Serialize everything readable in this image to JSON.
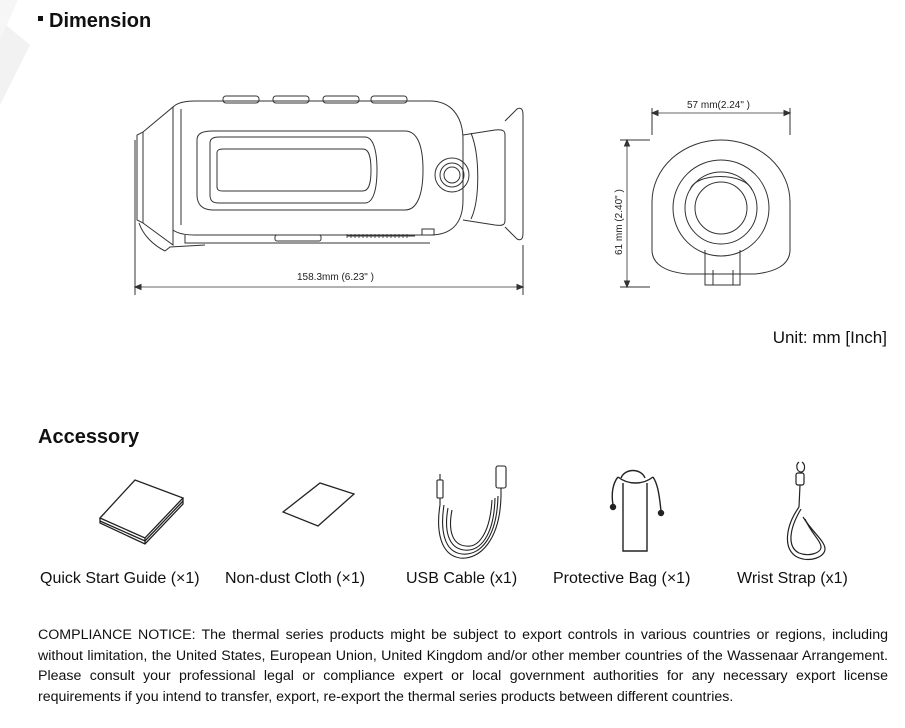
{
  "dimension": {
    "title": "Dimension",
    "length_label": "158.3mm (6.23\" )",
    "width_label": "57 mm(2.24\" )",
    "height_label": "61 mm (2.40\" )",
    "unit_note": "Unit: mm [Inch]"
  },
  "accessory": {
    "title": "Accessory",
    "items": [
      {
        "label": "Quick Start Guide (×1)",
        "icon": "booklet-icon"
      },
      {
        "label": "Non-dust Cloth (×1)",
        "icon": "cloth-icon"
      },
      {
        "label": "USB Cable (x1)",
        "icon": "usb-cable-icon"
      },
      {
        "label": "Protective Bag (×1)",
        "icon": "protective-bag-icon"
      },
      {
        "label": "Wrist Strap (x1)",
        "icon": "wrist-strap-icon"
      }
    ]
  },
  "compliance_notice": "COMPLIANCE NOTICE: The thermal series products might be subject to export controls in various countries or regions, including without limitation, the United States, European Union, United Kingdom and/or other member countries of the Wassenaar Arrangement. Please consult your professional legal or compliance expert or local government authorities for any necessary export license requirements if you intend to transfer, export, re-export the thermal series products between different countries."
}
